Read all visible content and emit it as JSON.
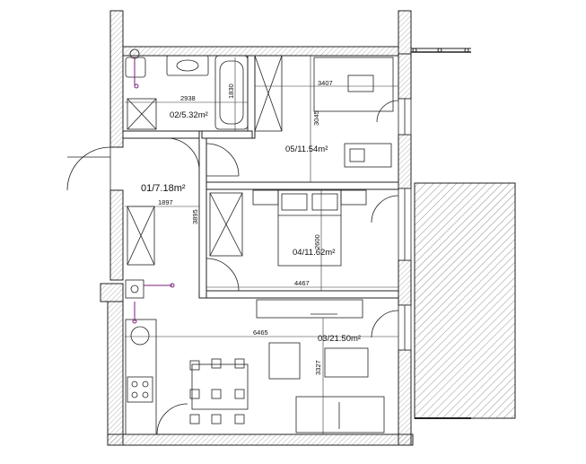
{
  "rooms": {
    "room_01": "01/7.18m²",
    "room_02": "02/5.32m²",
    "room_03": "03/21.50m²",
    "room_04": "04/11.62m²",
    "room_05": "05/11.54m²"
  },
  "dimensions": {
    "d_2938": "2938",
    "d_1830": "1830",
    "d_3407": "3407",
    "d_3045": "3045",
    "d_1897": "1897",
    "d_3895": "3895",
    "d_2600": "2600",
    "d_4467": "4467",
    "d_6465": "6465",
    "d_3327": "3327"
  },
  "colors": {
    "wall_line": "#222222",
    "accent_marker": "#7a1f7a"
  }
}
